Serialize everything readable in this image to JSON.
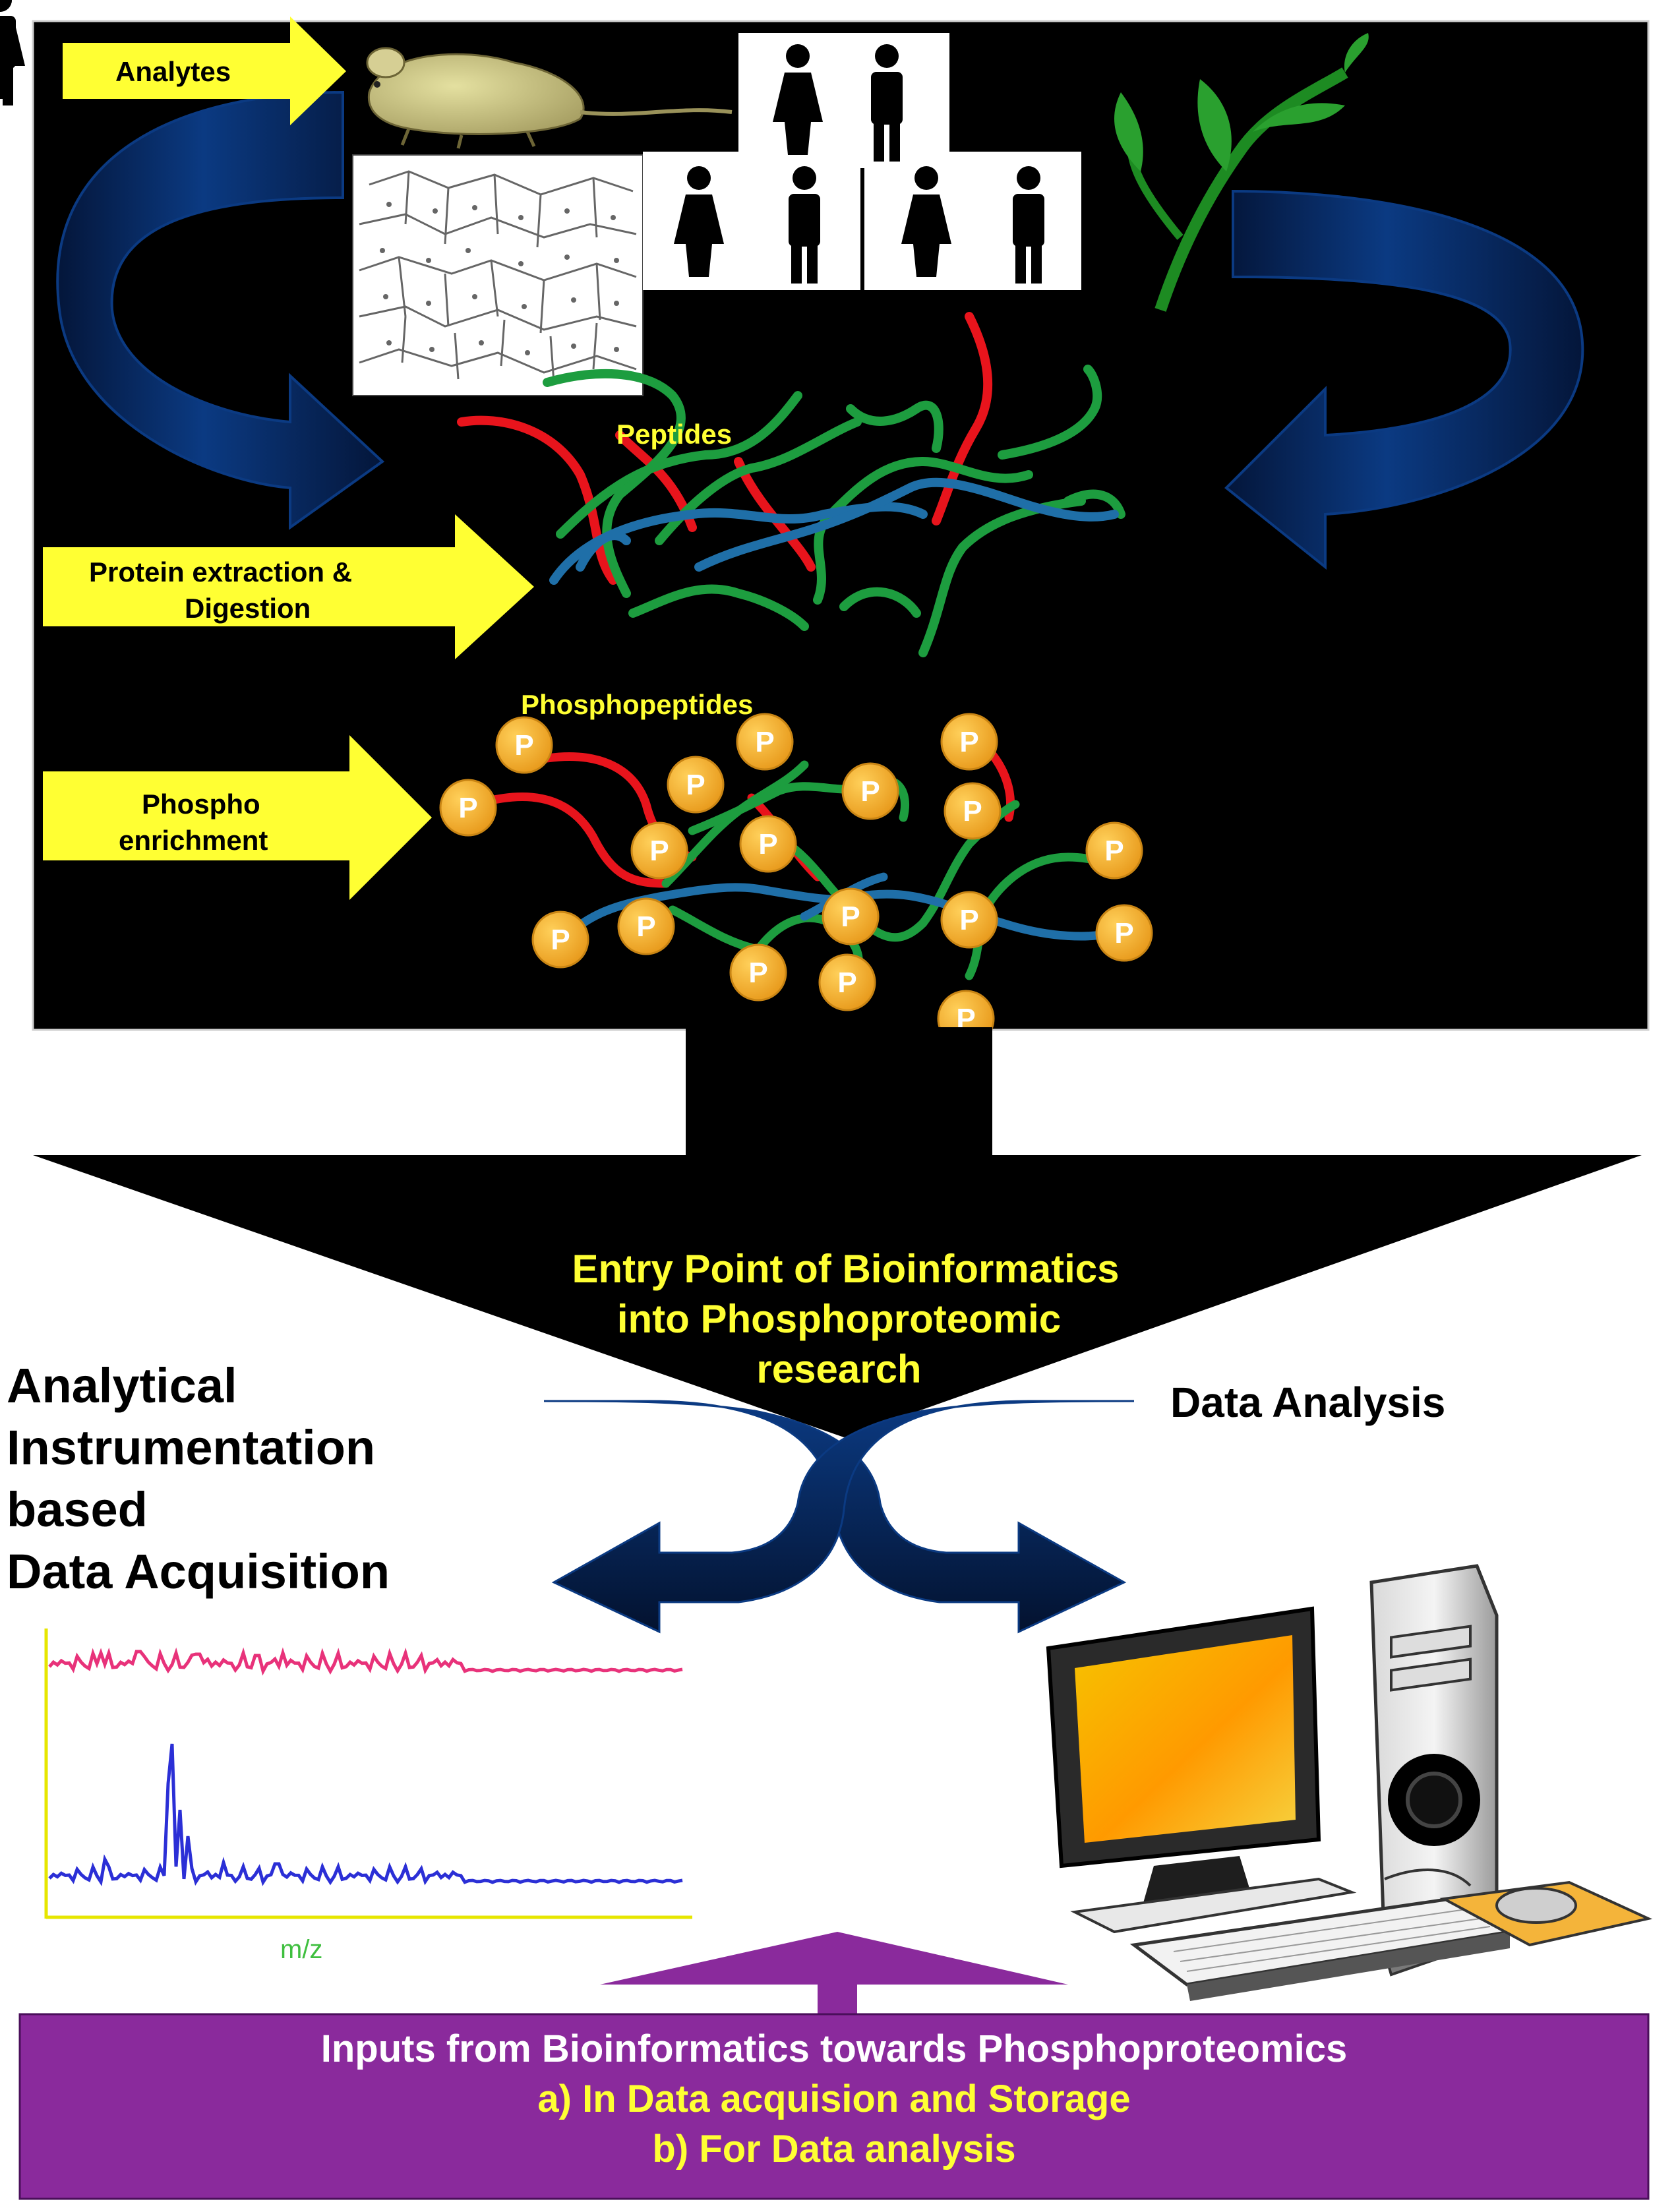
{
  "steps": {
    "analytes": "Analytes",
    "extraction_line1": "Protein extraction &",
    "extraction_line2": "Digestion",
    "enrichment_line1": "Phospho",
    "enrichment_line2": "enrichment"
  },
  "labels": {
    "peptides": "Peptides",
    "phosphopeptides": "Phosphopeptides",
    "phospho_symbol": "P",
    "mz": "m/z"
  },
  "funnel": {
    "line1": "Entry Point of Bioinformatics",
    "line2": "into Phosphoproteomic",
    "line3": "research"
  },
  "branches": {
    "left_line1": "Analytical",
    "left_line2": "Instrumentation",
    "left_line3": "based",
    "left_line4": "Data Acquisition",
    "right": "Data Analysis"
  },
  "inputs_banner": {
    "title": "Inputs from Bioinformatics towards Phosphoproteomics",
    "item_a": "a) In Data acquision and Storage",
    "item_b": "b) For Data analysis"
  },
  "colors": {
    "panel": "#000000",
    "step_arrow": "#ffff33",
    "curved_arrow": "#06265a",
    "banner": "#8a2a9c",
    "phospho_circle": "#f2b233",
    "peptide_red": "#e8141c",
    "peptide_green": "#1d9d3f",
    "peptide_blue": "#1f6fa8",
    "spectrum_top": "#e8327a",
    "spectrum_bottom": "#2b2fd6"
  },
  "icons": [
    "mouse-icon",
    "cell-tissue-icon",
    "people-icon",
    "plant-icon",
    "computer-icon"
  ]
}
